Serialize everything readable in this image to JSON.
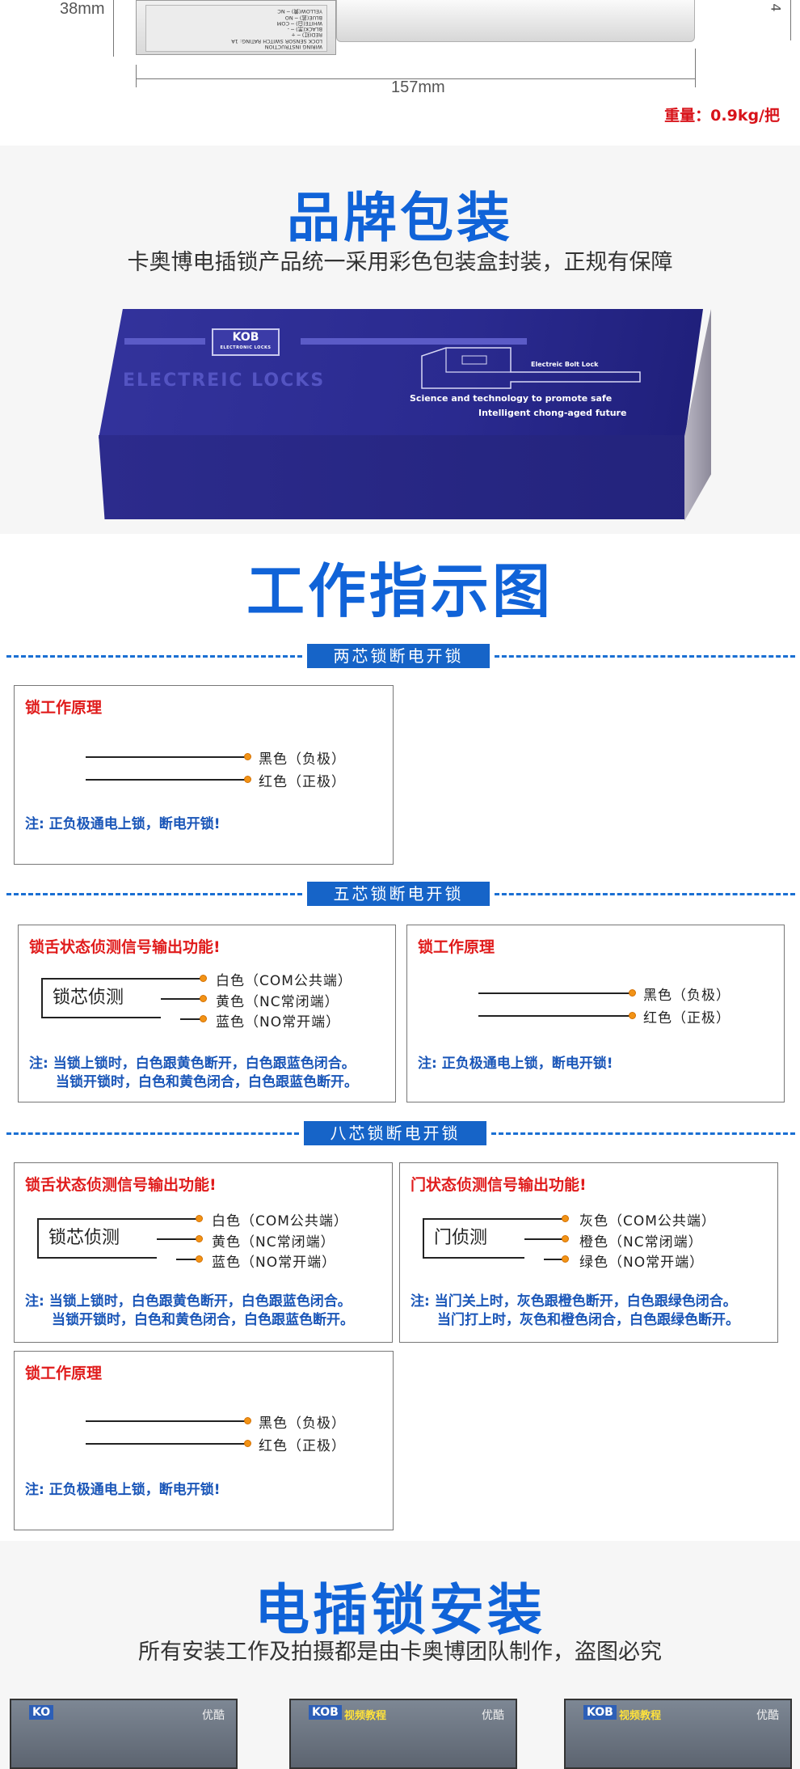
{
  "dimensions": {
    "height_label": "38mm",
    "length_label": "157mm",
    "right_mark": "4",
    "weight": "重量：0.9kg/把"
  },
  "product_label": {
    "lines": [
      "WIRING INSTRUCTION",
      "LOCK SENSOR SWITCH RATING: 1A",
      "RED(红) ─ +",
      "BLACK(黑) ─ -",
      "WHITE(白) ─ COM",
      "BLUE(蓝) ─ NO",
      "YELLOW(黄) ─ NC"
    ]
  },
  "brand": {
    "title": "品牌包装",
    "subtitle": "卡奥博电插锁产品统一采用彩色包装盒封装，正规有保障",
    "box": {
      "logo": "KOB",
      "logo_sub": "ELECTRONIC LOCKS",
      "watermark": "ELECTREIC LOCKS",
      "lock_name": "Electreic Bolt Lock",
      "slogan_1": "Science and technology to promote safe",
      "slogan_2": "Intelligent chong-aged future"
    }
  },
  "work": {
    "title": "工作指示图",
    "two_core": {
      "banner": "两芯锁断电开锁",
      "principle_title": "锁工作原理",
      "wires": [
        "黑色（负极）",
        "红色（正极）"
      ],
      "note": "注: 正负极通电上锁，断电开锁!"
    },
    "five_core": {
      "banner": "五芯锁断电开锁",
      "sensor_title": "锁舌状态侦测信号输出功能!",
      "sensor_name": "锁芯侦测",
      "sensor_wires": [
        "白色（COM公共端）",
        "黄色（NC常闭端）",
        "蓝色（NO常开端）"
      ],
      "sensor_note_1": "注: 当锁上锁时，白色跟黄色断开，白色跟蓝色闭合。",
      "sensor_note_2": "当锁开锁时，白色和黄色闭合，白色跟蓝色断开。",
      "principle_title": "锁工作原理",
      "wires": [
        "黑色（负极）",
        "红色（正极）"
      ],
      "note": "注: 正负极通电上锁，断电开锁!"
    },
    "eight_core": {
      "banner": "八芯锁断电开锁",
      "sensor_title": "锁舌状态侦测信号输出功能!",
      "sensor_name": "锁芯侦测",
      "sensor_wires": [
        "白色（COM公共端）",
        "黄色（NC常闭端）",
        "蓝色（NO常开端）"
      ],
      "sensor_note_1": "注: 当锁上锁时，白色跟黄色断开，白色跟蓝色闭合。",
      "sensor_note_2": "当锁开锁时，白色和黄色闭合，白色跟蓝色断开。",
      "door_title": "门状态侦测信号输出功能!",
      "door_name": "门侦测",
      "door_wires": [
        "灰色（COM公共端）",
        "橙色（NC常闭端）",
        "绿色（NO常开端）"
      ],
      "door_note_1": "注: 当门关上时，灰色跟橙色断开，白色跟绿色闭合。",
      "door_note_2": "当门打上时，灰色和橙色闭合，白色跟绿色断开。",
      "principle_title": "锁工作原理",
      "wires": [
        "黑色（负极）",
        "红色（正极）"
      ],
      "note": "注: 正负极通电上锁，断电开锁!"
    }
  },
  "install": {
    "title": "电插锁安装",
    "subtitle": "所有安装工作及拍摄都是由卡奥博团队制作，盗图必究",
    "photos": [
      {
        "logo": "KO",
        "brand": "",
        "tag": "优酷"
      },
      {
        "logo": "KOB",
        "brand": "视频教程",
        "tag": "优酷"
      },
      {
        "logo": "KOB",
        "brand": "视频教程",
        "tag": "优酷"
      }
    ]
  },
  "colors": {
    "accent_blue": "#1063d8",
    "banner_blue": "#1664c8",
    "title_red": "#e01b1b",
    "note_blue": "#1a56b8",
    "wire_dot": "#f29316",
    "box_blue": "#2a2a8f"
  }
}
